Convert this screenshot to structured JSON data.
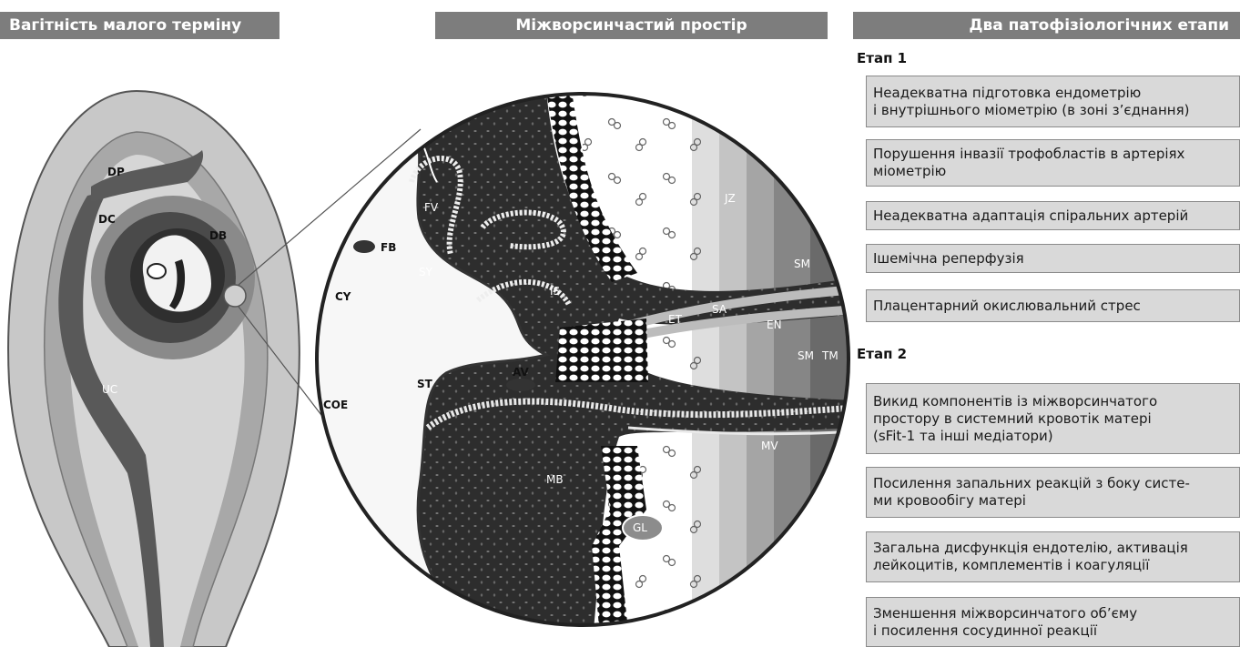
{
  "headers": {
    "left": "Вагітність малого терміну",
    "middle": "Міжворсинчастий простір",
    "right": "Два патофізіологічних етапи"
  },
  "stage1": {
    "title": "Етап 1",
    "items": [
      "Неадекватна підготовка ендометрію\nі внутрішнього міометрію (в зоні з’єднання)",
      "Порушення інвазії трофобластів в артеріях\nміометрію",
      "Неадекватна адаптація спіральних артерій",
      "Ішемічна реперфузія",
      "Плацентарний окислювальний стрес"
    ]
  },
  "stage2": {
    "title": "Етап 2",
    "items": [
      "Викид компонентів із міжворсинчатого\nпростору в системний кровотік матері\n(sFit-1 та інші медіатори)",
      "Посилення запальних реакцій з боку систе-\nми кровообігу матері",
      "Загальна дисфункція ендотелію, активація\nлейкоцитів, комплементів і коагуляції",
      "Зменшення міжворсинчатого об’єму\nі посилення сосудинної реакції"
    ]
  },
  "uterus_labels": {
    "dp": "DP",
    "dc": "DC",
    "db": "DB",
    "uc": "UC"
  },
  "circle_labels": {
    "et_top": "ET",
    "fv": "FV",
    "fb": "FB",
    "sy": "SY",
    "cy": "CY",
    "is": "IS",
    "jz": "JZ",
    "sm_top": "SM",
    "sa": "SA",
    "et_mid": "ET",
    "en": "EN",
    "sm_bottom": "SM",
    "tm": "TM",
    "coe": "COE",
    "st": "ST",
    "av": "AV",
    "mb": "MB",
    "mv": "MV",
    "gl": "GL"
  }
}
